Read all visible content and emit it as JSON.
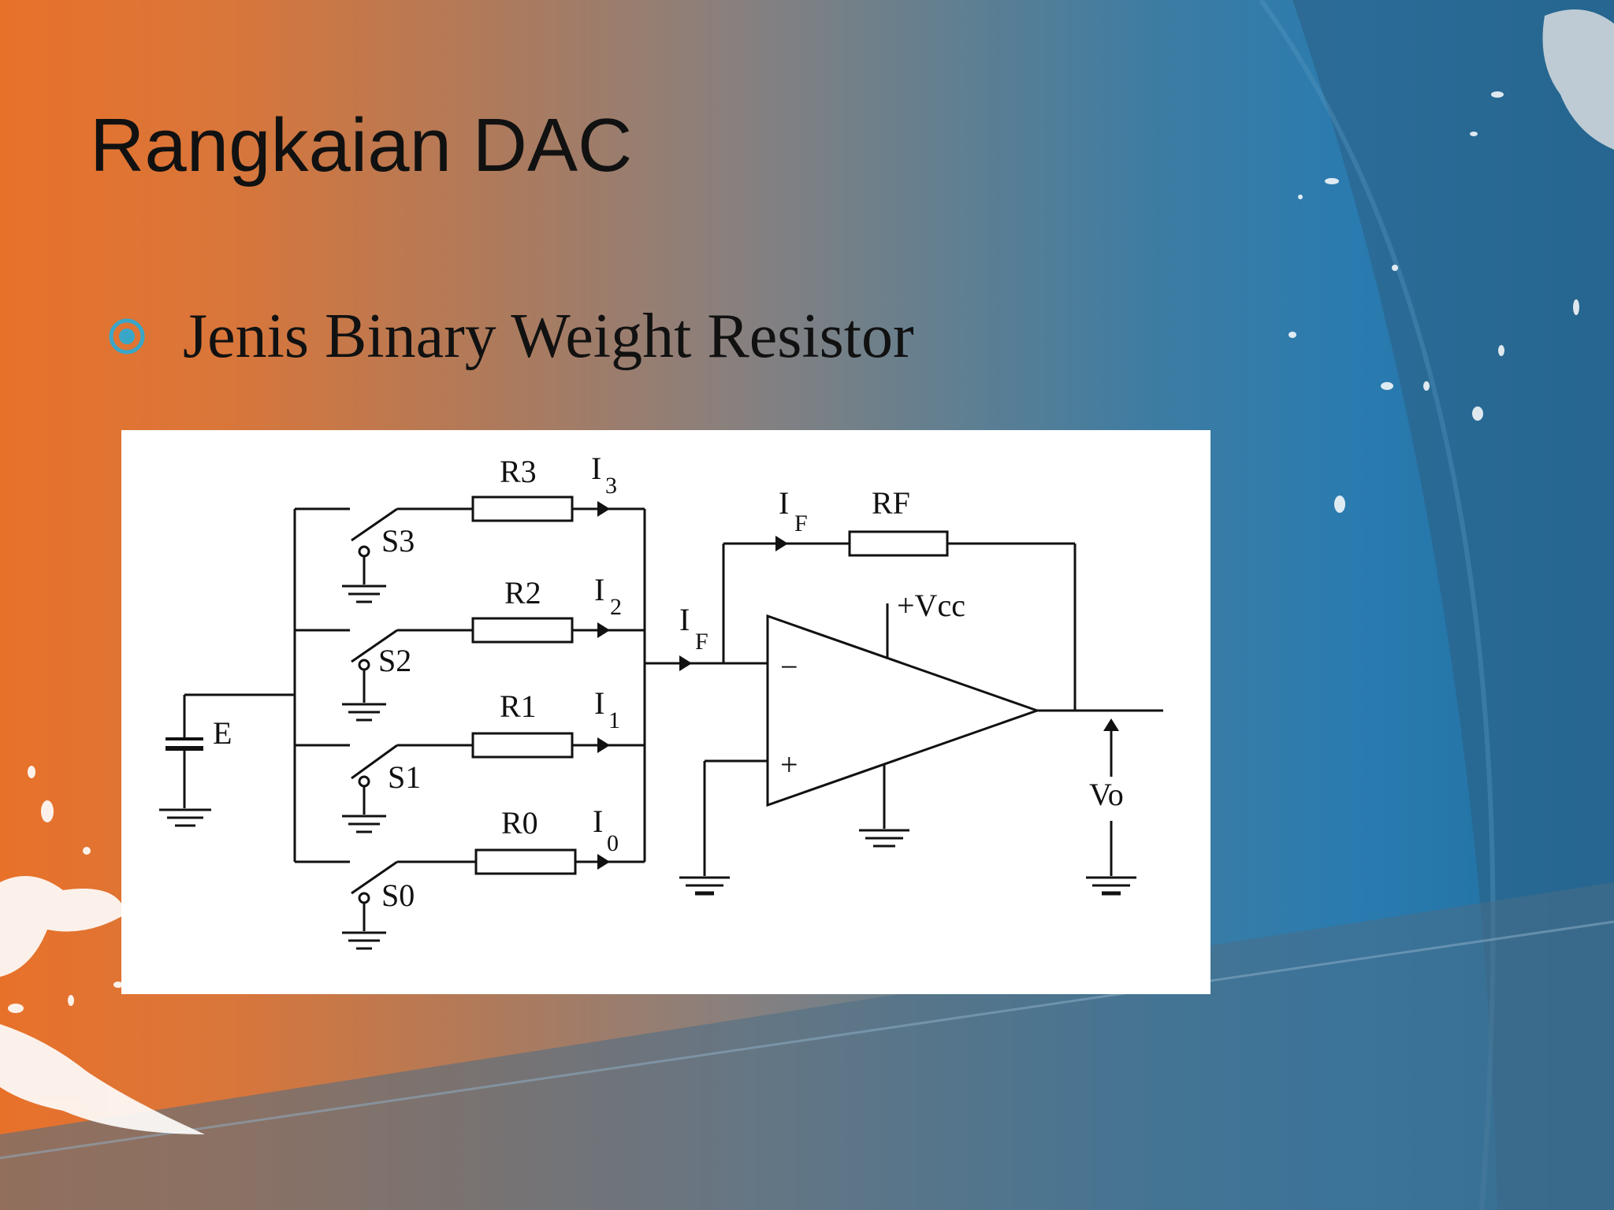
{
  "slide": {
    "title": "Rangkaian DAC",
    "bullets": [
      {
        "text": "Jenis Binary Weight Resistor",
        "icon": "circle-dot-bullet-icon"
      }
    ],
    "colors": {
      "left_orange": "#e8712a",
      "right_blue": "#2a7bb0",
      "bullet": "#3aa6c7"
    }
  },
  "diagram": {
    "source_label": "E",
    "branches": [
      {
        "switch": "S3",
        "resistor": "R3",
        "current": "I",
        "current_sub": "3"
      },
      {
        "switch": "S2",
        "resistor": "R2",
        "current": "I",
        "current_sub": "2"
      },
      {
        "switch": "S1",
        "resistor": "R1",
        "current": "I",
        "current_sub": "1"
      },
      {
        "switch": "S0",
        "resistor": "R0",
        "current": "I",
        "current_sub": "0"
      }
    ],
    "sum_current": {
      "main": "I",
      "sub": "F"
    },
    "feedback_current": {
      "main": "I",
      "sub": "F"
    },
    "feedback_resistor": "RF",
    "supply": "+Vcc",
    "inverting": "−",
    "non_inverting": "+",
    "output": "Vo"
  }
}
